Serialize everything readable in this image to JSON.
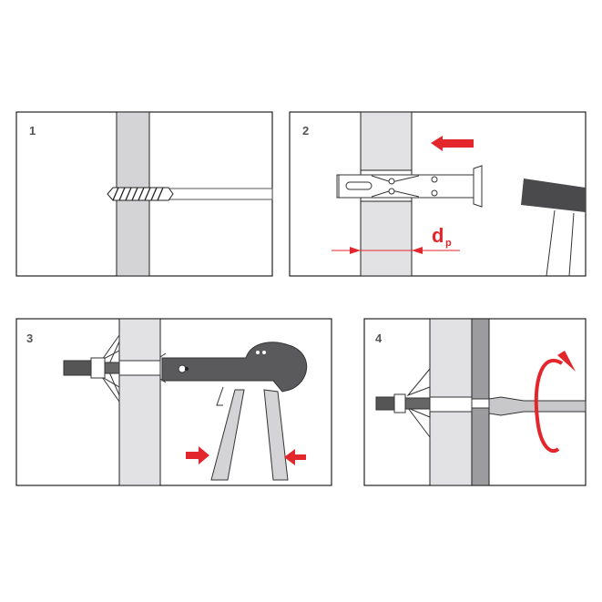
{
  "steps": [
    {
      "number": "1",
      "action": "drill-hole"
    },
    {
      "number": "2",
      "action": "hammer-anchor",
      "dimension_label": "d",
      "dimension_subscript": "p"
    },
    {
      "number": "3",
      "action": "set-anchor-with-tool"
    },
    {
      "number": "4",
      "action": "tighten-screw"
    }
  ],
  "colors": {
    "accent": "#e3262b",
    "wall": "#d8d8da",
    "tool": "#5a5a5c",
    "outline": "#222222"
  }
}
